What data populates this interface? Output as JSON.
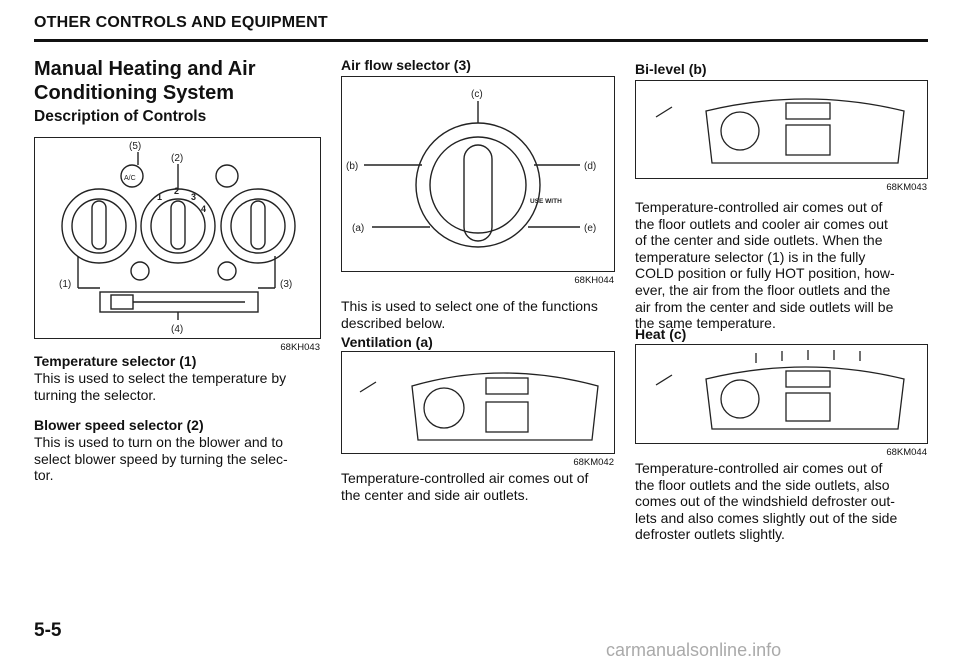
{
  "header": {
    "section_title": "OTHER CONTROLS AND EQUIPMENT"
  },
  "col1": {
    "title_line1": "Manual Heating and Air",
    "title_line2": "Conditioning System",
    "subtitle": "Description of Controls",
    "figure": {
      "callout_5": "(5)",
      "callout_2": "(2)",
      "callout_1": "(1)",
      "callout_3": "(3)",
      "callout_4": "(4)",
      "ac_label": "A/C",
      "fan_numbers": [
        "1",
        "2",
        "3",
        "4"
      ],
      "code": "68KH043"
    },
    "temp": {
      "heading": "Temperature selector (1)",
      "l1": "This is used to select the temperature by",
      "l2": "turning the selector."
    },
    "blower": {
      "heading": "Blower speed selector (2)",
      "l1": "This is used to turn on the blower and to",
      "l2": "select blower speed by turning the selec-",
      "l3": "tor."
    }
  },
  "col2": {
    "heading": "Air flow selector (3)",
    "figure": {
      "c": "(c)",
      "b": "(b)",
      "d": "(d)",
      "a": "(a)",
      "e": "(e)",
      "use_with": "USE WITH",
      "code": "68KH044"
    },
    "desc_l1": "This is used to select one of the functions",
    "desc_l2": "described below.",
    "vent": {
      "heading": "Ventilation (a)",
      "code": "68KM042",
      "l1": "Temperature-controlled air comes out of",
      "l2": "the center and side air outlets."
    }
  },
  "col3": {
    "bilevel": {
      "heading": "Bi-level (b)",
      "code": "68KM043",
      "lines": [
        "Temperature-controlled air comes out of",
        "the floor outlets and cooler air comes out",
        "of the center and side outlets. When the",
        "temperature selector (1) is in the fully",
        "COLD position or fully HOT position, how-",
        "ever, the air from the floor outlets and the",
        "air from the center and side outlets will be",
        "the same temperature."
      ]
    },
    "heat": {
      "heading": "Heat (c)",
      "code": "68KM044",
      "lines": [
        "Temperature-controlled air comes out of",
        "the floor outlets and the side outlets, also",
        "comes out of the windshield defroster out-",
        "lets and also comes slightly out of the side",
        "defroster outlets slightly."
      ]
    }
  },
  "footer": {
    "page_number": "5-5",
    "watermark": "carmanualsonline.info"
  }
}
